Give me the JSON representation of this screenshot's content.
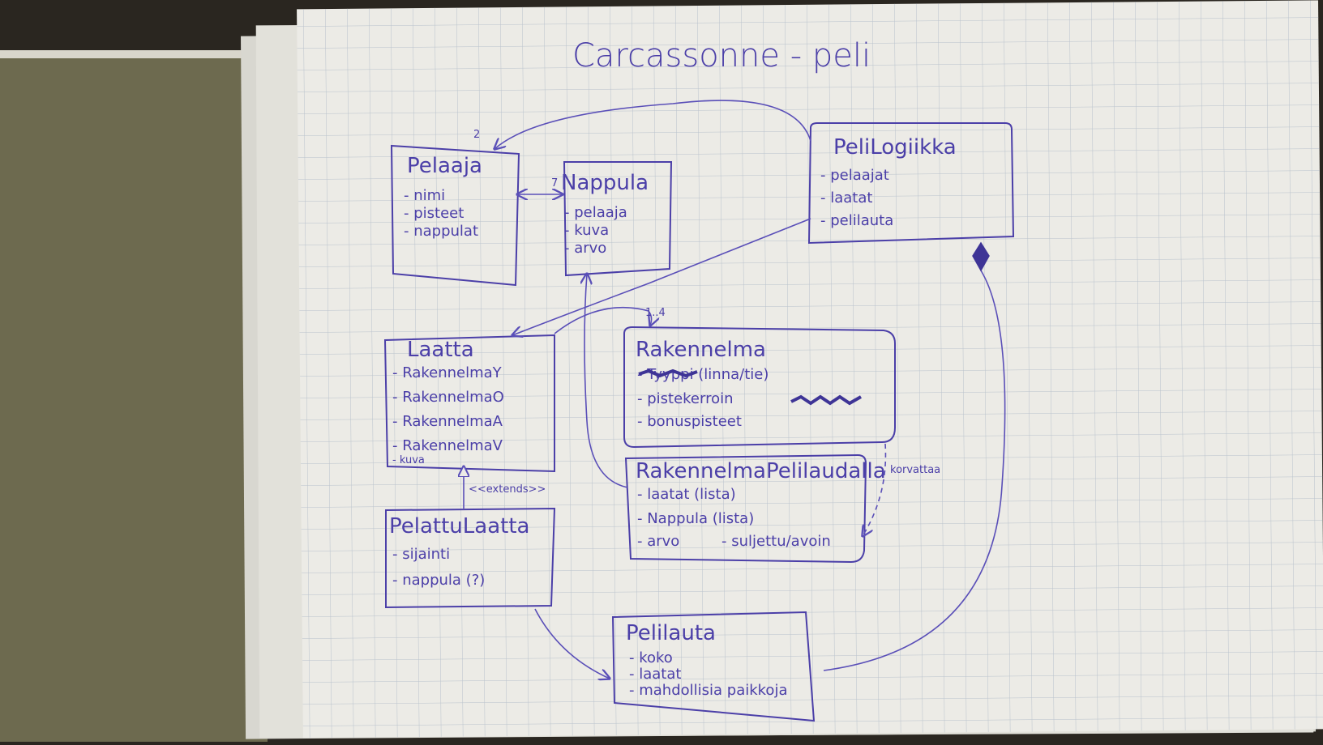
{
  "diagram": {
    "title": "Carcassonne - peli",
    "colors": {
      "ink": "#4b3fa8",
      "paper": "#ecebe6",
      "grid": "#b9c2cc",
      "desk": "#2a2620",
      "board": "#6d6a4f"
    },
    "classes": {
      "pelaaja": {
        "name": "Pelaaja",
        "attributes": [
          "- nimi",
          "- pisteet",
          "- nappulat"
        ]
      },
      "nappula": {
        "name": "Nappula",
        "attributes": [
          "- pelaaja",
          "- kuva",
          "- arvo"
        ]
      },
      "pelilogiikka": {
        "name": "PeliLogiikka",
        "attributes": [
          "- pelaajat",
          "- laatat",
          "- pelilauta"
        ]
      },
      "laatta": {
        "name": "Laatta",
        "attributes": [
          "- RakennelmaY",
          "- RakennelmaO",
          "- RakennelmaA",
          "- RakennelmaV",
          "- kuva"
        ]
      },
      "rakennelma": {
        "name": "Rakennelma",
        "attributes": [
          "- Tyyppi (linna/tie)",
          "- pistekerroin",
          "- bonuspisteet"
        ]
      },
      "pelattulaatta": {
        "name": "PelattuLaatta",
        "attributes": [
          "- sijainti",
          "- nappula (?)"
        ]
      },
      "rakennelmapelilaudalla": {
        "name": "RakennelmaPelilaudalla",
        "attributes": [
          "- laatat (lista)",
          "- Nappula (lista)",
          "- arvo",
          "- suljettu/avoin"
        ]
      },
      "pelilauta": {
        "name": "Pelilauta",
        "attributes": [
          "- koko",
          "- laatat",
          "- mahdollisia paikkoja"
        ]
      }
    },
    "labels": {
      "mult_pelaaja": "2",
      "mult_nappula": "7",
      "mult_rakennelma": "1..4",
      "extends": "<<extends>>",
      "korvattaa": "korvattaa"
    }
  }
}
